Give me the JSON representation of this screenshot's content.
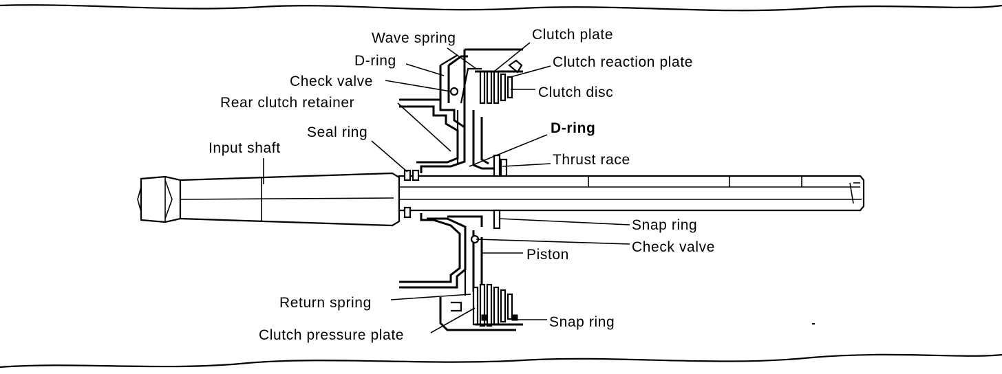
{
  "labels": {
    "wave_spring": "Wave spring",
    "clutch_plate": "Clutch plate",
    "d_ring_top": "D-ring",
    "clutch_reaction_plate": "Clutch reaction plate",
    "check_valve_top": "Check valve",
    "clutch_disc": "Clutch disc",
    "rear_clutch_retainer": "Rear clutch retainer",
    "d_ring_mid": "D-ring",
    "seal_ring": "Seal ring",
    "input_shaft": "Input shaft",
    "thrust_race": "Thrust race",
    "snap_ring_mid": "Snap ring",
    "check_valve_bottom": "Check valve",
    "piston": "Piston",
    "return_spring": "Return spring",
    "snap_ring_bottom": "Snap ring",
    "clutch_pressure_plate": "Clutch pressure plate"
  }
}
